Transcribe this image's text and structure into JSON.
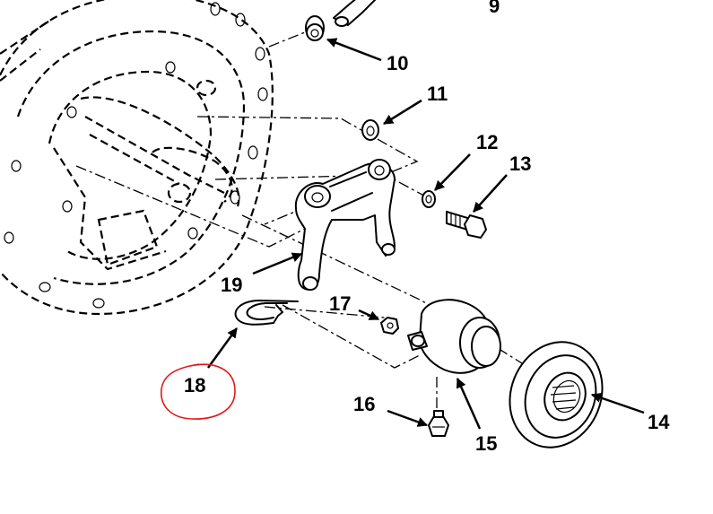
{
  "callouts": {
    "c9": "9",
    "c10": "10",
    "c11": "11",
    "c12": "12",
    "c13": "13",
    "c14": "14",
    "c15": "15",
    "c16": "16",
    "c17": "17",
    "c18": "18",
    "c19": "19"
  },
  "highlight": {
    "label": "18",
    "color": "#e01818"
  }
}
